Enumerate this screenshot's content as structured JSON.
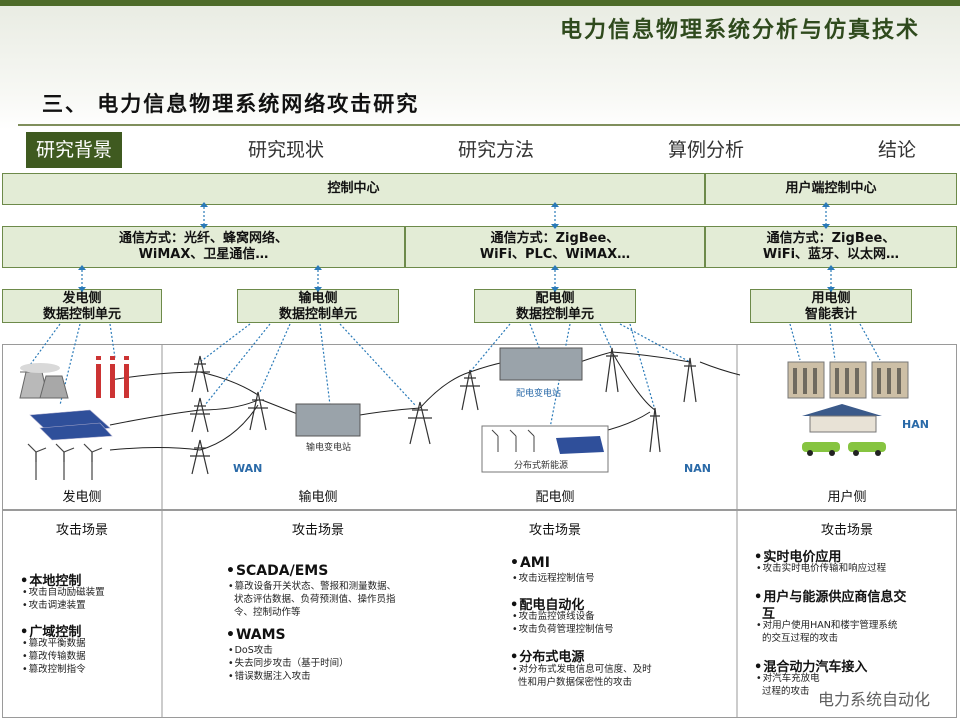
{
  "header": {
    "main_title": "电力信息物理系统分析与仿真技术",
    "section_title": "三、 电力信息物理系统网络攻击研究"
  },
  "tabs": [
    {
      "label": "研究背景",
      "active": true
    },
    {
      "label": "研究现状",
      "active": false
    },
    {
      "label": "研究方法",
      "active": false
    },
    {
      "label": "算例分析",
      "active": false
    },
    {
      "label": "结论",
      "active": false
    }
  ],
  "top_row": {
    "control_center": "控制中心",
    "user_control_center": "用户端控制中心"
  },
  "comm_row": [
    {
      "line1": "通信方式：光纤、蜂窝网络、",
      "line2": "WiMAX、卫星通信…"
    },
    {
      "line1": "通信方式：ZigBee、",
      "line2": "WiFi、PLC、WiMAX…"
    },
    {
      "line1": "通信方式：ZigBee、",
      "line2": "WiFi、蓝牙、以太网…"
    }
  ],
  "units": [
    {
      "line1": "发电侧",
      "line2": "数据控制单元"
    },
    {
      "line1": "输电侧",
      "line2": "数据控制单元"
    },
    {
      "line1": "配电侧",
      "line2": "数据控制单元"
    },
    {
      "line1": "用电侧",
      "line2": "智能表计"
    }
  ],
  "diagram": {
    "substation_tx": "输电变电站",
    "substation_dist": "配电变电站",
    "distributed_energy": "分布式新能源",
    "wan": "WAN",
    "nan": "NAN",
    "han": "HAN"
  },
  "zones": [
    "发电侧",
    "输电侧",
    "配电侧",
    "用户侧"
  ],
  "attack_title": "攻击场景",
  "attacks": {
    "generation": [
      {
        "header": "本地控制",
        "items": [
          "攻击自动励磁装置",
          "攻击调速装置"
        ]
      },
      {
        "header": "广域控制",
        "items": [
          "篡改平衡数据",
          "篡改传输数据",
          "篡改控制指令"
        ]
      }
    ],
    "transmission": [
      {
        "header": "SCADA/EMS",
        "items": [
          "篡改设备开关状态、警报和测量数据、",
          "状态评估数据、负荷预测值、操作员指",
          "令、控制动作等"
        ]
      },
      {
        "header": "WAMS",
        "items": [
          "DoS攻击",
          "失去同步攻击（基于时间）",
          "错误数据注入攻击"
        ]
      }
    ],
    "distribution": [
      {
        "header": "AMI",
        "items": [
          "攻击远程控制信号"
        ]
      },
      {
        "header": "配电自动化",
        "items": [
          "攻击监控馈线设备",
          "攻击负荷管理控制信号"
        ]
      },
      {
        "header": "分布式电源",
        "items": [
          "对分布式发电信息可信度、及时",
          "性和用户数据保密性的攻击"
        ]
      }
    ],
    "user": [
      {
        "header": "实时电价应用",
        "items": [
          "攻击实时电价传输和响应过程"
        ]
      },
      {
        "header": "用户与能源供应商信息交",
        "header2": "互",
        "items": [
          "对用户使用HAN和楼宇管理系统",
          "的交互过程的攻击"
        ]
      },
      {
        "header": "混合动力汽车接入",
        "items": [
          "对汽车充放电",
          "过程的攻击"
        ]
      }
    ]
  },
  "watermark": "电力系统自动化",
  "colors": {
    "accent": "#3f5a20",
    "box_fill": "#e3ecd6",
    "dashed_link": "#2a7ab8"
  }
}
